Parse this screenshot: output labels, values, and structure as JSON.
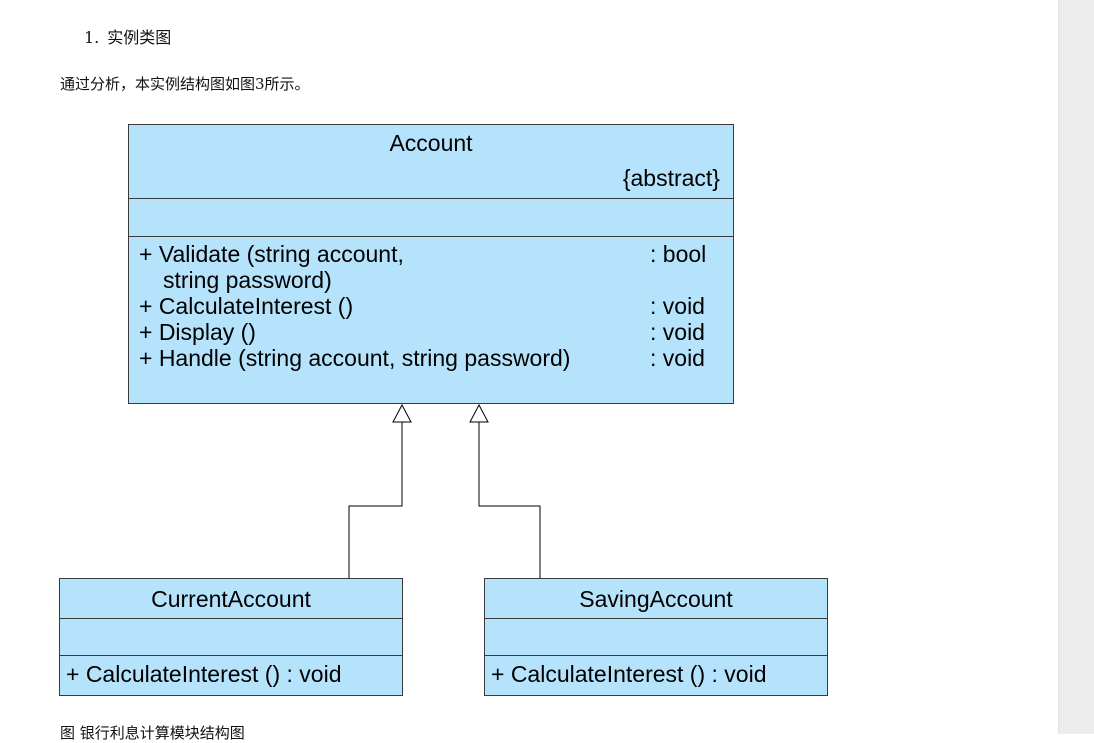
{
  "heading": {
    "number": "1.",
    "text": "实例类图"
  },
  "intro": "通过分析，本实例结构图如图3所示。",
  "caption": "图  银行利息计算模块结构图",
  "colors": {
    "class_fill": "#b5e3fb",
    "border": "#3a3a3a",
    "gutter": "#ececec"
  },
  "diagram": {
    "account": {
      "name": "Account",
      "stereotype": "{abstract}",
      "operations": [
        {
          "sig": "+ Validate (string account,",
          "ret": ": bool"
        },
        {
          "sig": "string password)",
          "ret": ""
        },
        {
          "sig": "+ CalculateInterest ()",
          "ret": ": void"
        },
        {
          "sig": "+ Display ()",
          "ret": ": void"
        },
        {
          "sig": "+ Handle (string account, string password)",
          "ret": ": void"
        }
      ]
    },
    "current": {
      "name": "CurrentAccount",
      "operation": "+ CalculateInterest () : void"
    },
    "saving": {
      "name": "SavingAccount",
      "operation": "+ CalculateInterest () : void"
    },
    "relations": [
      {
        "from": "CurrentAccount",
        "to": "Account",
        "type": "generalization"
      },
      {
        "from": "SavingAccount",
        "to": "Account",
        "type": "generalization"
      }
    ]
  }
}
